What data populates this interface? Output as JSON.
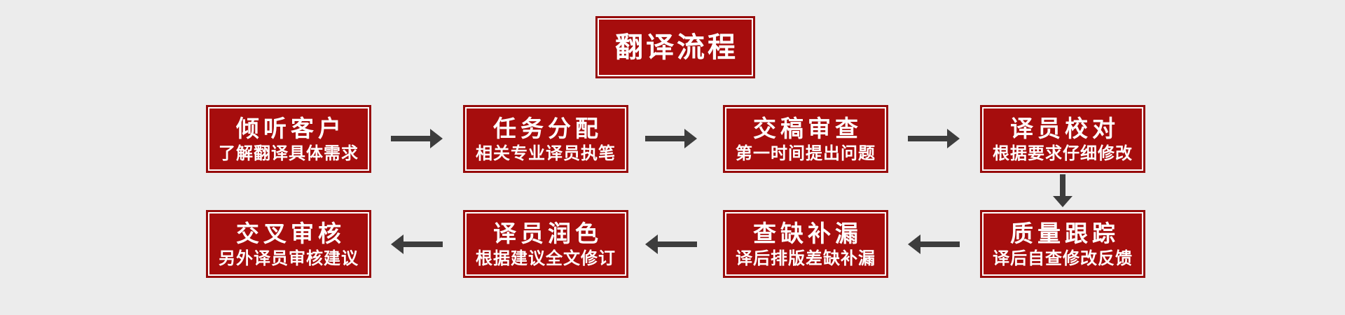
{
  "diagram": {
    "title": "翻译流程",
    "steps": [
      {
        "title": "倾听客户",
        "subtitle": "了解翻译具体需求"
      },
      {
        "title": "任务分配",
        "subtitle": "相关专业译员执笔"
      },
      {
        "title": "交稿审查",
        "subtitle": "第一时间提出问题"
      },
      {
        "title": "译员校对",
        "subtitle": "根据要求仔细修改"
      },
      {
        "title": "质量跟踪",
        "subtitle": "译后自查修改反馈"
      },
      {
        "title": "查缺补漏",
        "subtitle": "译后排版差缺补漏"
      },
      {
        "title": "译员润色",
        "subtitle": "根据建议全文修订"
      },
      {
        "title": "交叉审核",
        "subtitle": "另外译员审核建议"
      }
    ],
    "connections": [
      {
        "from": "倾听客户",
        "to": "任务分配",
        "direction": "right"
      },
      {
        "from": "任务分配",
        "to": "交稿审查",
        "direction": "right"
      },
      {
        "from": "交稿审查",
        "to": "译员校对",
        "direction": "right"
      },
      {
        "from": "译员校对",
        "to": "质量跟踪",
        "direction": "down"
      },
      {
        "from": "质量跟踪",
        "to": "查缺补漏",
        "direction": "left"
      },
      {
        "from": "查缺补漏",
        "to": "译员润色",
        "direction": "left"
      },
      {
        "from": "译员润色",
        "to": "交叉审核",
        "direction": "left"
      }
    ],
    "colors": {
      "node_fill": "#a60d0d",
      "node_border": "#960b0b",
      "inner_line": "#ffffff",
      "text": "#ffffff",
      "arrow": "#3d3d3d",
      "background": "#ececec"
    }
  }
}
